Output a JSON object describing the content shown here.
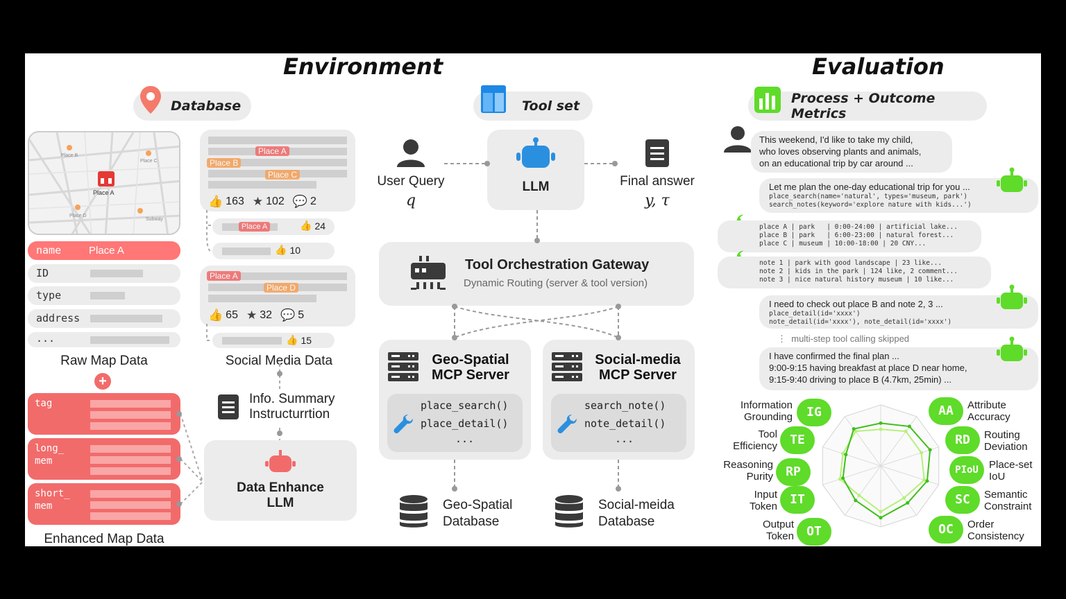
{
  "environment": {
    "title": "Environment",
    "database_pill": "Database",
    "toolset_pill": "Tool set",
    "map": {
      "place_b": "Place B",
      "place_c": "Place C",
      "place_a": "Place A",
      "place_d": "Place D",
      "subway": "Subway"
    },
    "fields": [
      {
        "key": "name",
        "value": "Place A"
      },
      {
        "key": "ID",
        "value": ""
      },
      {
        "key": "type",
        "value": ""
      },
      {
        "key": "address",
        "value": ""
      },
      {
        "key": "...",
        "value": ""
      }
    ],
    "raw_map_label": "Raw Map Data",
    "social_media_label": "Social Media Data",
    "social_card1": {
      "tags": [
        "Place A",
        "Place B",
        "Place C"
      ],
      "likes": "163",
      "stars": "102",
      "comments": "2",
      "reply1_tag": "Place A",
      "reply1_likes": "24",
      "reply2_likes": "10"
    },
    "social_card2": {
      "tags": [
        "Place A",
        "Place D"
      ],
      "likes": "65",
      "stars": "32",
      "comments": "5",
      "reply1_likes": "15"
    },
    "plus": "+",
    "enhanced": [
      {
        "key": "tag"
      },
      {
        "key": "long_\nmem"
      },
      {
        "key": "short_\nmem"
      }
    ],
    "enhanced_label": "Enhanced Map Data",
    "info_summary": "Info. Summary\nInstructurrtion",
    "data_enhance": "Data Enhance\nLLM",
    "user_query": "User Query",
    "user_q": "q",
    "llm": "LLM",
    "final_answer": "Final answer",
    "final_sym": "y, τ",
    "gateway_title": "Tool Orchestration Gateway",
    "gateway_sub": "Dynamic Routing (server & tool version)",
    "geo_server": "Geo-Spatial\nMCP Server",
    "geo_fns": [
      "place_search()",
      "place_detail()",
      "..."
    ],
    "social_server": "Social-media\nMCP Server",
    "social_fns": [
      "search_note()",
      "note_detail()",
      "..."
    ],
    "geo_db": "Geo-Spatial\nDatabase",
    "social_db": "Social-meida\nDatabase"
  },
  "evaluation": {
    "title": "Evaluation",
    "metrics_pill": "Process + Outcome Metrics",
    "user_msg": "This weekend, I'd like to take my child,\nwho loves observing plants and animals,\non an educational trip by car around ...",
    "bot_msg1": "Let me plan the one-day educational trip for you ...",
    "bot_code1": "place_search(name='natural', types='museum, park')\nsearch_notes(keyword='explore nature with kids...')",
    "tool_out1": "place A | park   | 0:00-24:00 | artificial lake...\nplace B | park   | 6:00-23:00 | natural forest...\nplace C | museum | 10:00-18:00 | 20 CNY...",
    "tool_out2": "note 1 | park with good landscape | 23 like...\nnote 2 | kids in the park | 124 like, 2 comment...\nnote 3 | nice natural history museum | 10 like...",
    "bot_msg2": "I need to check out place B and note 2, 3 ...",
    "bot_code2": "place_detail(id='xxxx')\nnote_detail(id='xxxx'), note_detail(id='xxxx')",
    "skipped": "multi-step tool calling skipped",
    "bot_msg3": "I have confirmed the final plan ...\n9:00-9:15 having breakfast at place D near home,\n9:15-9:40 driving to place B (4.7km, 25min) ...",
    "left_metrics": [
      {
        "abbr": "IG",
        "label": "Information\nGrounding"
      },
      {
        "abbr": "TE",
        "label": "Tool\nEfficiency"
      },
      {
        "abbr": "RP",
        "label": "Reasoning\nPurity"
      },
      {
        "abbr": "IT",
        "label": "Input\nToken"
      },
      {
        "abbr": "OT",
        "label": "Output\nToken"
      }
    ],
    "right_metrics": [
      {
        "abbr": "AA",
        "label": "Attribute\nAccuracy"
      },
      {
        "abbr": "RD",
        "label": "Routing\nDeviation"
      },
      {
        "abbr": "PIoU",
        "label": "Place-set\nIoU"
      },
      {
        "abbr": "SC",
        "label": "Semantic\nConstraint"
      },
      {
        "abbr": "OC",
        "label": "Order\nConsistency"
      }
    ],
    "radar": {
      "series_dark": [
        0.7,
        0.8,
        0.85,
        0.8,
        0.75,
        0.85,
        0.7,
        0.65,
        0.6,
        0.75
      ],
      "series_light": [
        0.6,
        0.7,
        0.7,
        0.75,
        0.65,
        0.75,
        0.6,
        0.7,
        0.65,
        0.7
      ]
    }
  },
  "colors": {
    "red": "#f26b6b",
    "orange": "#f6a25a",
    "green": "#5fdb2a",
    "blue": "#2b8fe0"
  }
}
